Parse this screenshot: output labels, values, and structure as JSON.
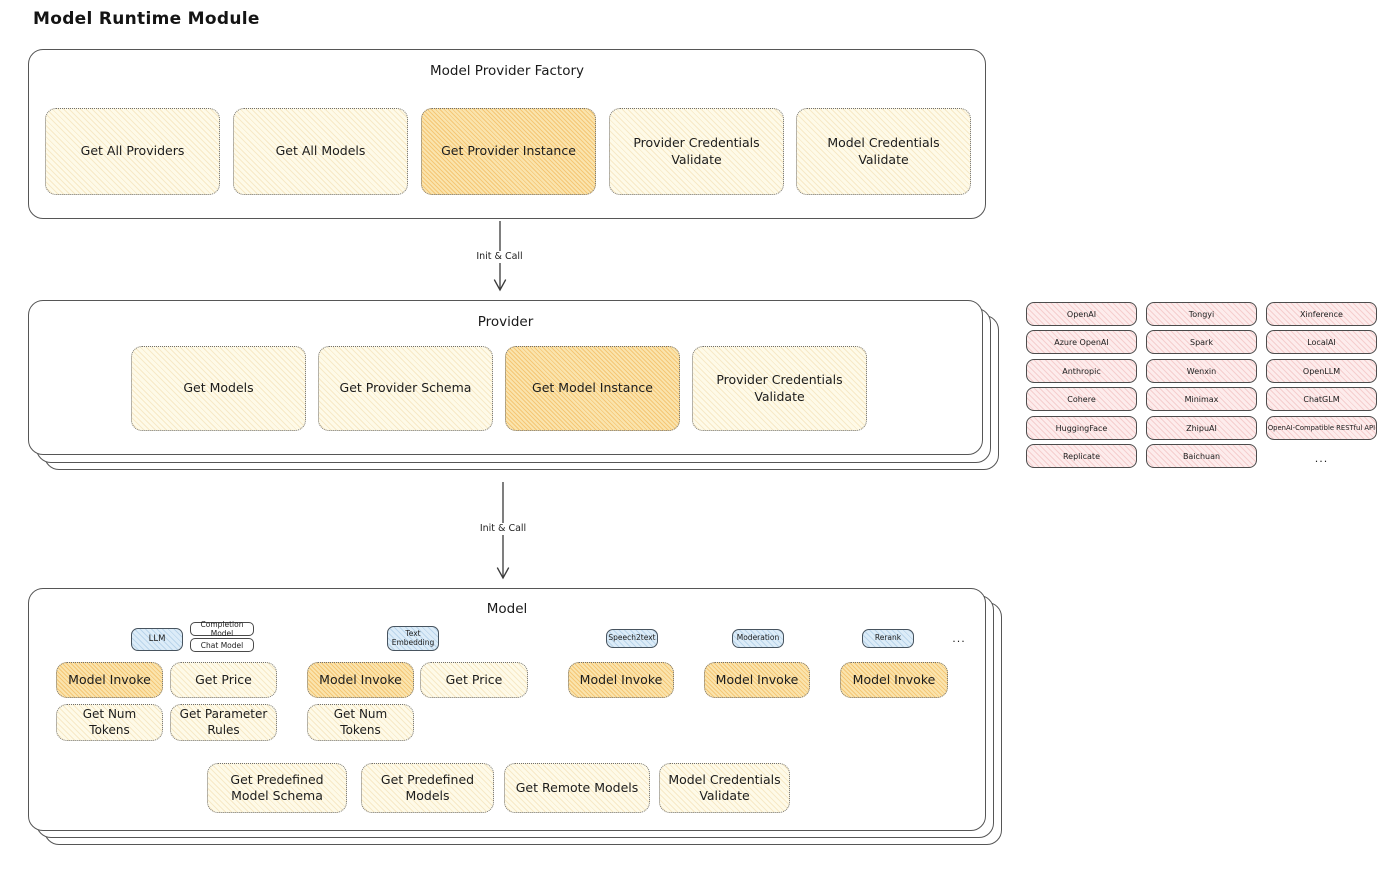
{
  "page_title": "Model Runtime Module",
  "palette": {
    "highlight_orange": "#f2a72c",
    "light_yellow": "#fdf6dc",
    "pink": "#fbdada",
    "blue": "#d9eaf7",
    "outline": "#565656"
  },
  "factory": {
    "title": "Model Provider Factory",
    "boxes": [
      {
        "label": "Get All Providers",
        "highlight": false
      },
      {
        "label": "Get All Models",
        "highlight": false
      },
      {
        "label": "Get Provider Instance",
        "highlight": true
      },
      {
        "label": "Provider Credentials Validate",
        "highlight": false
      },
      {
        "label": "Model Credentials Validate",
        "highlight": false
      }
    ]
  },
  "arrows": {
    "init_call_1": "Init & Call",
    "init_call_2": "Init & Call"
  },
  "provider": {
    "title": "Provider",
    "boxes": [
      {
        "label": "Get Models",
        "highlight": false
      },
      {
        "label": "Get Provider Schema",
        "highlight": false
      },
      {
        "label": "Get Model Instance",
        "highlight": true
      },
      {
        "label": "Provider Credentials Validate",
        "highlight": false
      }
    ]
  },
  "provider_catalog": {
    "items": [
      "OpenAI",
      "Tongyi",
      "Xinference",
      "Azure OpenAI",
      "Spark",
      "LocalAI",
      "Anthropic",
      "Wenxin",
      "OpenLLM",
      "Cohere",
      "Minimax",
      "ChatGLM",
      "HuggingFace",
      "ZhipuAI",
      "OpenAI-Compatible RESTful API",
      "Replicate",
      "Baichuan"
    ],
    "more": "..."
  },
  "model": {
    "title": "Model",
    "tags": {
      "llm": "LLM",
      "completion_model": "Completion Model",
      "chat_model": "Chat Model",
      "text_embedding": "Text Embedding",
      "speech2text": "Speech2text",
      "moderation": "Moderation",
      "rerank": "Rerank",
      "more": "..."
    },
    "llm": {
      "invoke": "Model Invoke",
      "get_price": "Get Price",
      "get_num_tokens": "Get Num Tokens",
      "get_parameter_rules": "Get Parameter Rules"
    },
    "text_embedding": {
      "invoke": "Model Invoke",
      "get_price": "Get Price",
      "get_num_tokens": "Get Num Tokens"
    },
    "speech2text": {
      "invoke": "Model Invoke"
    },
    "moderation": {
      "invoke": "Model Invoke"
    },
    "rerank": {
      "invoke": "Model Invoke"
    },
    "common": {
      "get_predefined_model_schema": "Get Predefined Model Schema",
      "get_predefined_models": "Get Predefined Models",
      "get_remote_models": "Get Remote Models",
      "model_credentials_validate": "Model Credentials Validate"
    }
  }
}
